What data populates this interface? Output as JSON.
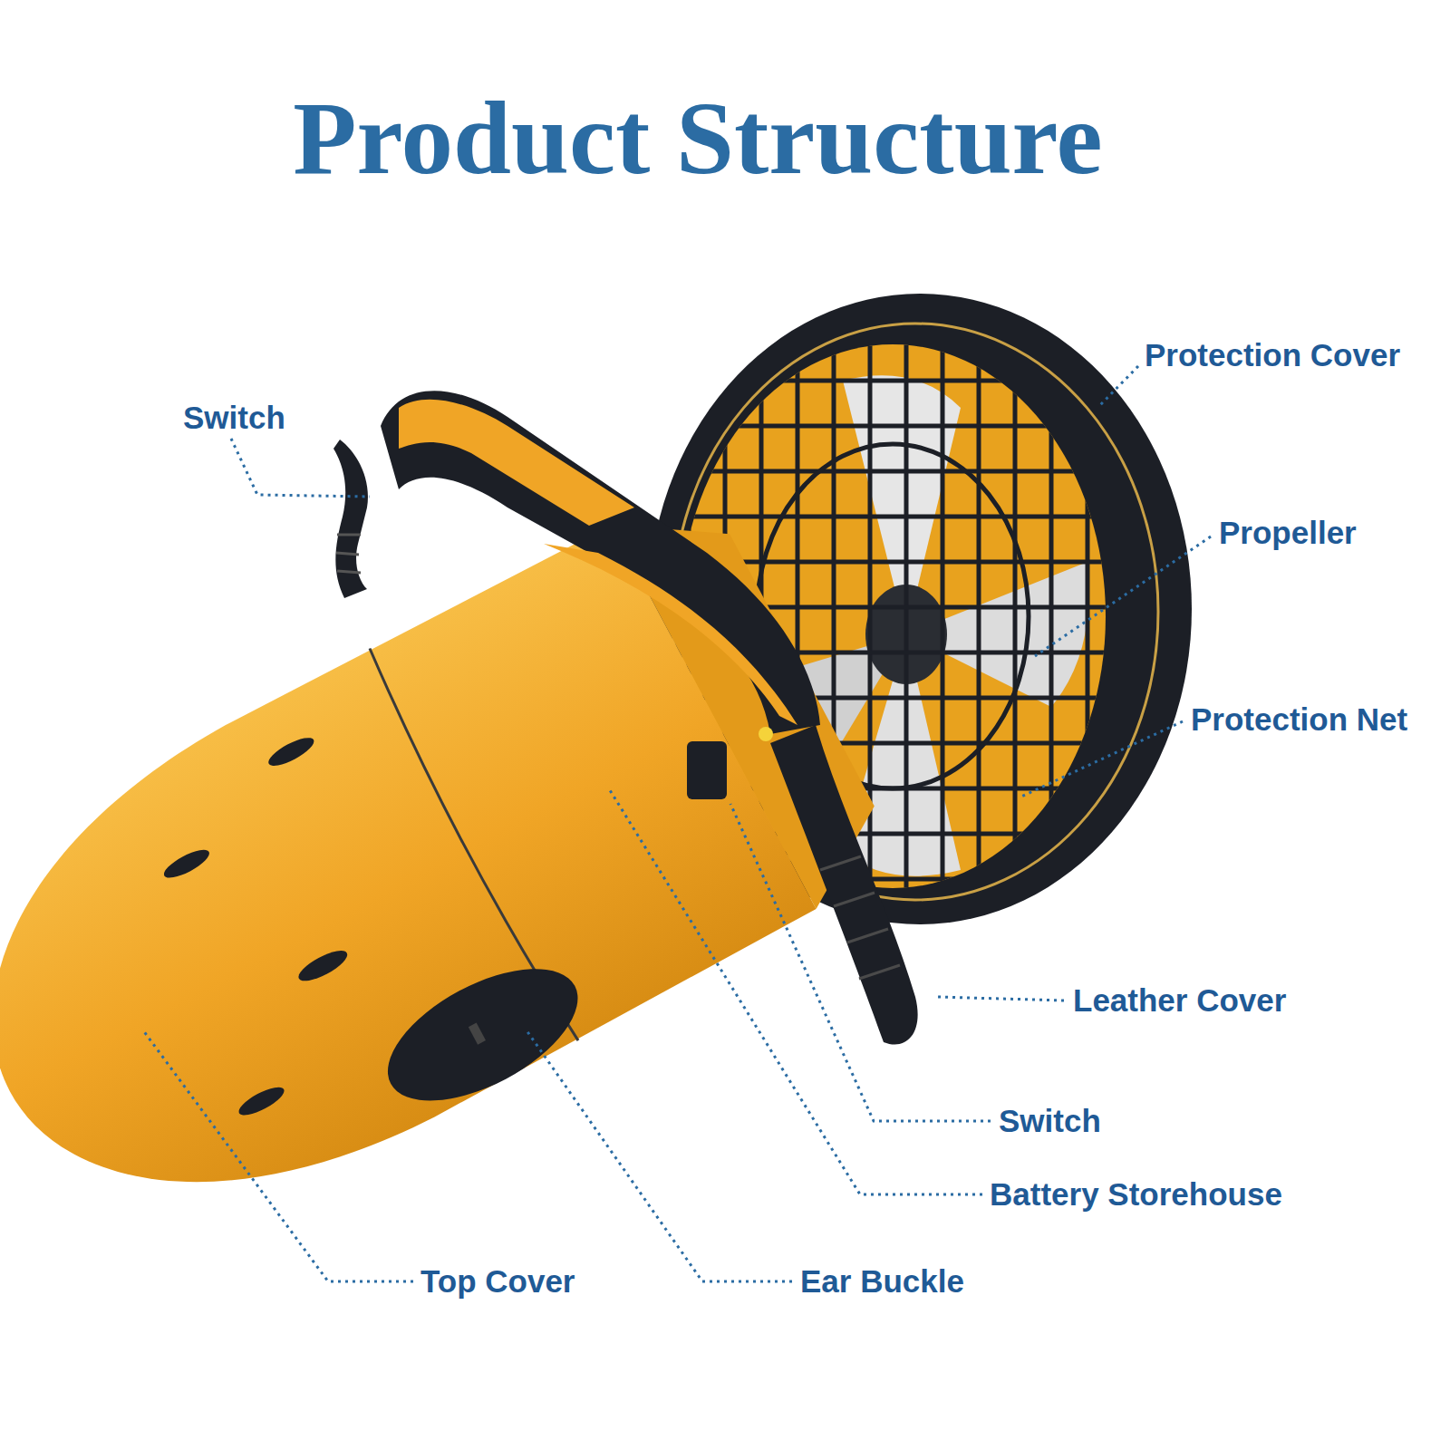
{
  "diagram": {
    "title": "Product Structure",
    "labels": [
      "Switch",
      "Protection Cover",
      "Propeller",
      "Protection Net",
      "Leather Cover",
      "Switch",
      "Battery Storehouse",
      "Top Cover",
      "Ear Buckle"
    ]
  }
}
